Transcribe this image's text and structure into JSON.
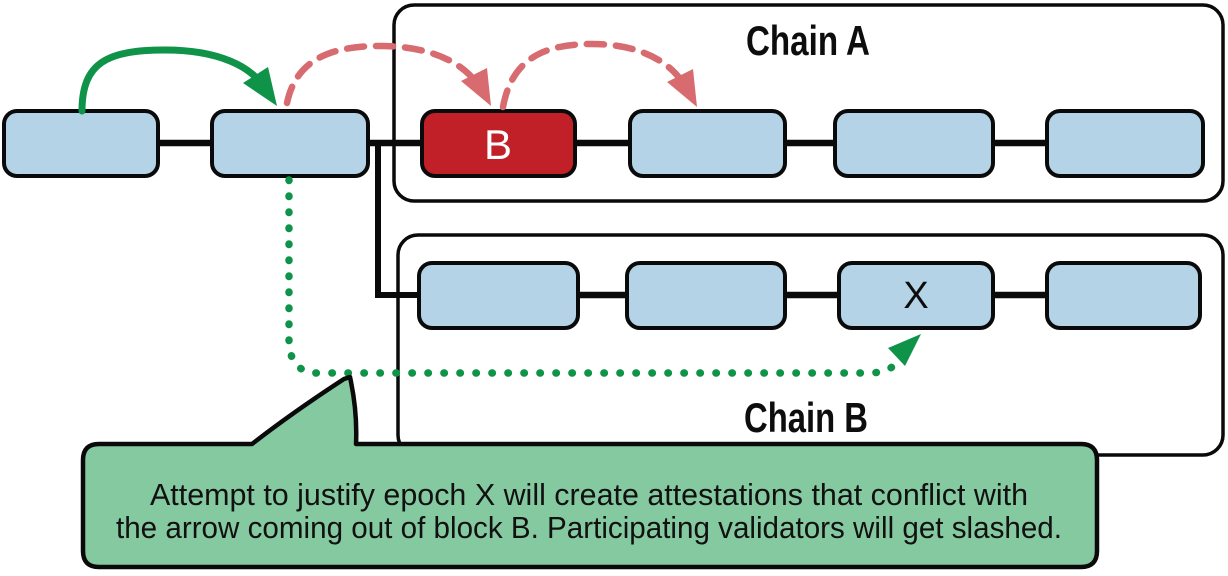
{
  "figure": {
    "description": "Two-chain fork diagram showing conflicting attestations and slashing",
    "chain_a": {
      "label": "Chain A"
    },
    "chain_b": {
      "label": "Chain B"
    },
    "blocks": {
      "b_label": "B",
      "x_label": "X"
    },
    "callout": {
      "line1": "Attempt to justify epoch X will create attestations that conflict with",
      "line2": "the arrow coming out of block B. Participating validators will get slashed."
    },
    "colors": {
      "block_blue": "#b5d3e7",
      "block_red": "#c12028",
      "green": "#0f9348",
      "red_dashed": "#d76b70",
      "callout_green": "#85c9a1",
      "outline": "#0a0a0a",
      "white_text": "#ffffff"
    }
  }
}
